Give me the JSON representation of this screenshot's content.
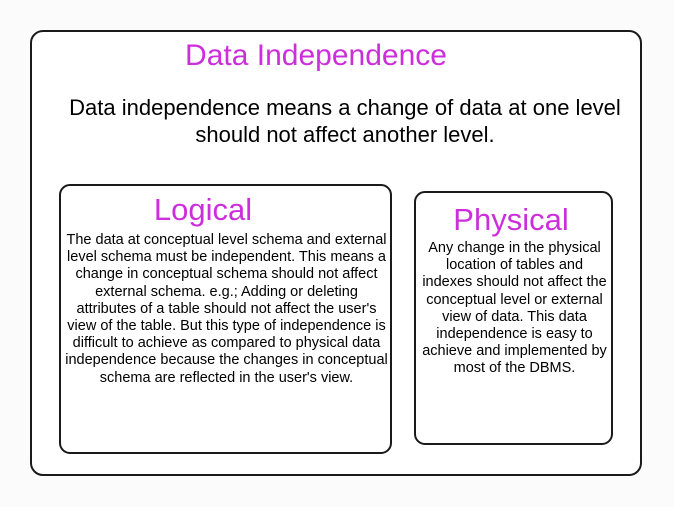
{
  "colors": {
    "title_purple": "#cc2edb",
    "border": "#1a1a1a",
    "text": "#000000"
  },
  "main": {
    "title": "Data Independence",
    "definition": "Data independence means a change of data at one level should not affect another level."
  },
  "logical": {
    "title": "Logical",
    "body": "The data at conceptual level schema and external level schema must be independent. This means a change in conceptual schema should not affect external schema. e.g.; Adding or deleting attributes of a table should not affect the user's view of the table. But this type of independence is difficult to achieve as compared to physical data independence because the changes in conceptual schema are reflected in the user's view."
  },
  "physical": {
    "title": "Physical",
    "body": "Any change in the physical location of tables and indexes should not affect the conceptual level or external view of data. This data independence is easy to achieve and implemented by most of the DBMS."
  }
}
